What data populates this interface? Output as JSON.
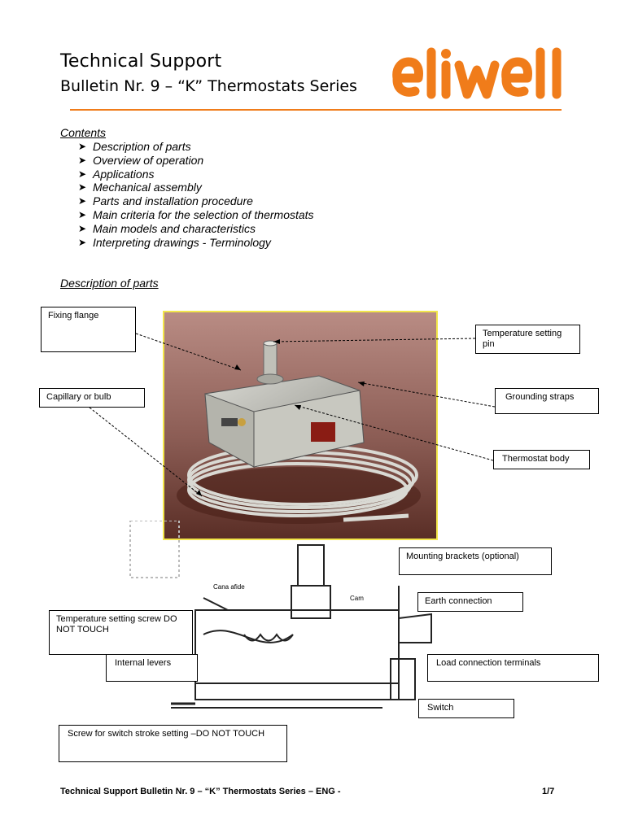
{
  "header": {
    "title": "Technical Support",
    "subtitle": "Bulletin  Nr. 9 – “K” Thermostats Series",
    "logo_text": "eliwell",
    "accent_color": "#f07c1a"
  },
  "contents": {
    "heading": "Contents",
    "items": [
      "Description of parts",
      "Overview of operation",
      "Applications",
      "Mechanical assembly",
      "Parts and installation procedure",
      "Main criteria for the selection of thermostats",
      "Main models and characteristics",
      "Interpreting drawings - Terminology"
    ]
  },
  "description": {
    "heading": "Description of parts",
    "labels": {
      "fixing_flange": "Fixing flange",
      "capillary": "Capillary or bulb",
      "temp_pin": "Temperature setting pin",
      "grounding": "Grounding straps",
      "body": "Thermostat body",
      "brackets": "Mounting brackets (optional)",
      "earth": "Earth connection",
      "temp_screw": "Temperature setting screw DO NOT TOUCH",
      "levers": "Internal levers",
      "load": "Load connection terminals",
      "switch": "Switch",
      "stroke_screw": "Screw for switch stroke setting –DO NOT TOUCH"
    },
    "drawing_labels": {
      "cam_a": "Cana afide",
      "cam_b": "Cam"
    }
  },
  "footer": {
    "text": "Technical Support Bulletin  Nr. 9 – “K” Thermostats Series – ENG -",
    "page": "1/7"
  }
}
